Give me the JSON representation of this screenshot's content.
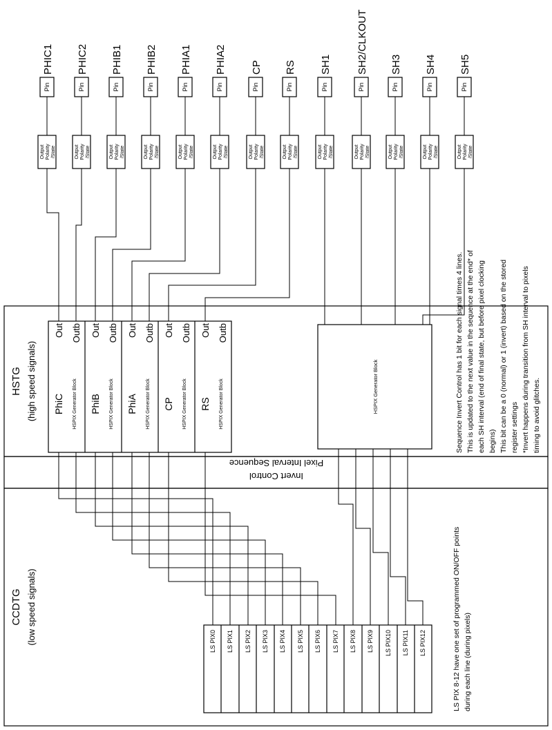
{
  "signals": [
    {
      "label": "PHIC1"
    },
    {
      "label": "PHIC2"
    },
    {
      "label": "PHIB1"
    },
    {
      "label": "PHIB2"
    },
    {
      "label": "PHIA1"
    },
    {
      "label": "PHIA2"
    },
    {
      "label": "CP"
    },
    {
      "label": "RS"
    },
    {
      "label": "SH1"
    },
    {
      "label": "SH2/CLKOUT"
    },
    {
      "label": "SH3"
    },
    {
      "label": "SH4"
    },
    {
      "label": "SH5"
    }
  ],
  "pin": {
    "label": "Pin"
  },
  "output_block": {
    "lines": [
      "Output",
      "Polarity",
      "/State"
    ]
  },
  "hstg": {
    "title": "HSTG",
    "subtitle": "(high speed signals)",
    "generators": [
      {
        "name": "PhiC",
        "desc": "HSPIX Generator Block",
        "out": "Out",
        "outb": "Outb"
      },
      {
        "name": "PhiB",
        "desc": "HSPIX Generator Block",
        "out": "Out",
        "outb": "Outb"
      },
      {
        "name": "PhiA",
        "desc": "HSPIX Generator Block",
        "out": "Out",
        "outb": "Outb"
      },
      {
        "name": "CP",
        "desc": "HSPIX Generator Block",
        "out": "Out",
        "outb": "Outb"
      },
      {
        "name": "RS",
        "desc": "HSPIX Generator Block",
        "out": "Out",
        "outb": "Outb"
      }
    ],
    "sh_generator_label": "HSPIX Generator Block"
  },
  "invert_band": {
    "lines": [
      "Pixel Interval Sequence",
      "Invert Control"
    ]
  },
  "ccdtg": {
    "title": "CCDTG",
    "subtitle": "(low speed signals)",
    "ls_pix": [
      {
        "label": "LS PIX0"
      },
      {
        "label": "LS PIX1"
      },
      {
        "label": "LS PIX2"
      },
      {
        "label": "LS PIX3"
      },
      {
        "label": "LS PIX4"
      },
      {
        "label": "LS PIX5"
      },
      {
        "label": "LS PIX6"
      },
      {
        "label": "LS PIX7"
      },
      {
        "label": "LS PIX8"
      },
      {
        "label": "LS PIX9"
      },
      {
        "label": "LS PIX10"
      },
      {
        "label": "LS PIX11"
      },
      {
        "label": "LS PIX12"
      }
    ]
  },
  "notes": {
    "sequence_invert_lines": [
      "Sequence Invert Control has 1 bit for each signal times 4 lines.",
      "This is updated to the next value in the sequence at the end* of",
      "each SH interval (end of final state, but before pixel clocking",
      "begins)",
      "This bit can be a 0 (normal) or 1 (invert) based on the stored",
      "register settings",
      "*Invert happens during transition from SH interval to pixels",
      "timing to avoid glitches."
    ],
    "ls_pix_lines": [
      "LS PIX 8-12 have one set of programmed ON/OFF points",
      "during each line (during pixels)"
    ]
  }
}
